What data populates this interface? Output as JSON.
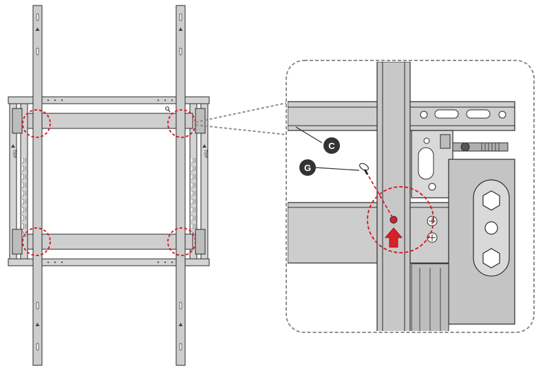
{
  "diagram": {
    "callouts": [
      {
        "id": "C",
        "label": "C",
        "target": "horizontal-rail"
      },
      {
        "id": "G",
        "label": "G",
        "target": "screw"
      }
    ],
    "rail_labels": [
      "TOP",
      "TOP"
    ],
    "colors": {
      "metal": "#c8c8c8",
      "metal_dark": "#9a9a9a",
      "outline": "#2a2a2a",
      "highlight": "#d6202a",
      "callout_fill": "#333333",
      "dashed_frame": "#8c8c8c"
    }
  }
}
